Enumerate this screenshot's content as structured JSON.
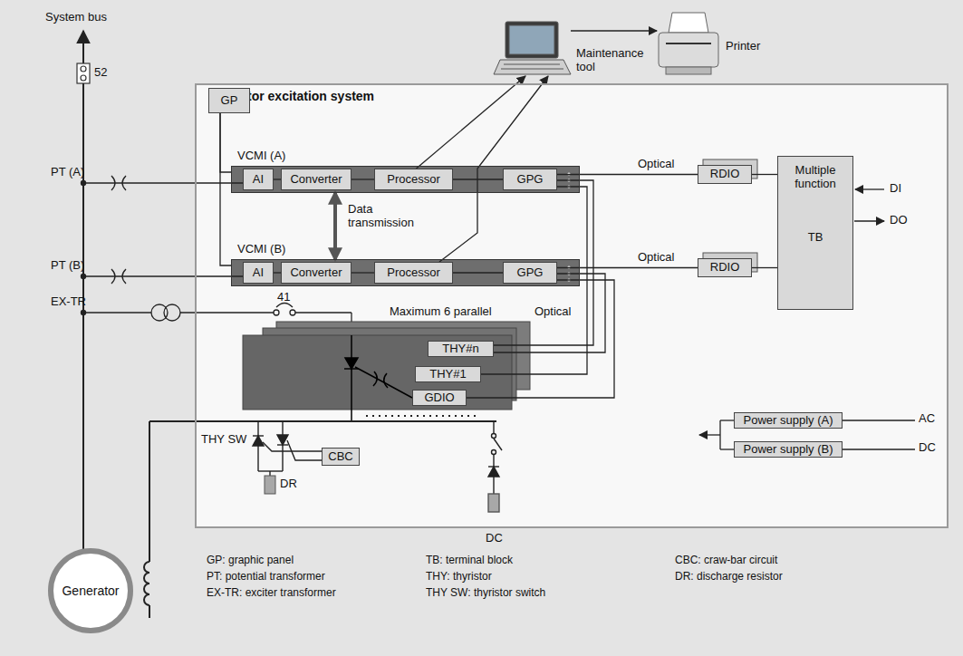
{
  "diagram": {
    "nodes": [
      {
        "text": [
          "Thyristor excitation system"
        ]
      },
      {
        "text": [
          "GP"
        ],
        "in": 0
      },
      {
        "text": [
          "VCMI (A)"
        ],
        "in": 0
      },
      {
        "text": [
          "AI"
        ],
        "in": 2
      },
      {
        "text": [
          "Converter"
        ],
        "in": 2
      },
      {
        "text": [
          "Processor"
        ],
        "in": 2
      },
      {
        "text": [
          "GPG"
        ],
        "in": 2
      },
      {
        "text": [
          "VCMI (B)"
        ],
        "in": 0
      },
      {
        "text": [
          "AI"
        ],
        "in": 7
      },
      {
        "text": [
          "Converter"
        ],
        "in": 7
      },
      {
        "text": [
          "Processor"
        ],
        "in": 7
      },
      {
        "text": [
          "GPG"
        ],
        "in": 7
      },
      {
        "text": [
          "RDIO"
        ],
        "in": 0
      },
      {
        "text": [
          "RDIO"
        ],
        "in": 0
      },
      {
        "text": [
          "Multiple function",
          "TB"
        ],
        "in": 0
      },
      {
        "text": [
          "THY#n"
        ],
        "in": 0
      },
      {
        "text": [
          "THY#1"
        ],
        "in": 0
      },
      {
        "text": [
          "GDIO"
        ],
        "in": 0
      },
      {
        "text": [
          "CBC"
        ],
        "in": 0
      },
      {
        "text": [
          "Power supply (A)"
        ],
        "in": 0
      },
      {
        "text": [
          "Power supply (B)"
        ],
        "in": 0
      },
      {
        "text": [
          "Maintenance tool"
        ]
      },
      {
        "text": [
          "Printer"
        ]
      },
      {
        "text": [
          "Generator"
        ]
      }
    ],
    "edges": [
      {
        "from": 1,
        "to": 2,
        "arrow": "none"
      },
      {
        "from": 1,
        "to": 7,
        "arrow": "none"
      },
      {
        "from": 3,
        "to": 4,
        "arrow": "none"
      },
      {
        "from": 4,
        "to": 5,
        "arrow": "none"
      },
      {
        "from": 5,
        "to": 6,
        "arrow": "none"
      },
      {
        "from": 8,
        "to": 9,
        "arrow": "none"
      },
      {
        "from": 9,
        "to": 10,
        "arrow": "none"
      },
      {
        "from": 10,
        "to": 11,
        "arrow": "none"
      },
      {
        "from": 5,
        "to": 21,
        "arrow": "to"
      },
      {
        "from": 10,
        "to": 21,
        "arrow": "to"
      },
      {
        "from": 21,
        "to": 22,
        "arrow": "to"
      },
      {
        "from": 2,
        "to": 7,
        "label": "Data transmission",
        "arrow": "both"
      },
      {
        "from": 6,
        "to": 12,
        "label": "Optical",
        "arrow": "none"
      },
      {
        "from": 11,
        "to": 13,
        "label": "Optical",
        "arrow": "none"
      },
      {
        "from": 12,
        "to": 14,
        "arrow": "none"
      },
      {
        "from": 13,
        "to": 14,
        "arrow": "none"
      },
      {
        "from": 6,
        "to": 15,
        "arrow": "none"
      },
      {
        "from": 6,
        "to": 16,
        "arrow": "none"
      },
      {
        "from": 11,
        "to": 15,
        "arrow": "none"
      },
      {
        "from": 11,
        "to": 17,
        "arrow": "none"
      }
    ],
    "labels": [
      "System bus",
      "52",
      "PT (A)",
      "PT (B)",
      "EX-TR",
      "41",
      "Maximum 6 parallel",
      "Optical",
      "DI",
      "DO",
      "AC",
      "DC",
      "THY SW",
      "DR",
      "DC",
      "GP: graphic panel",
      "PT: potential transformer",
      "EX-TR: exciter transformer",
      "TB: terminal block",
      "THY: thyristor",
      "THY SW: thyristor switch",
      "CBC: craw-bar circuit",
      "DR: discharge resistor"
    ]
  }
}
